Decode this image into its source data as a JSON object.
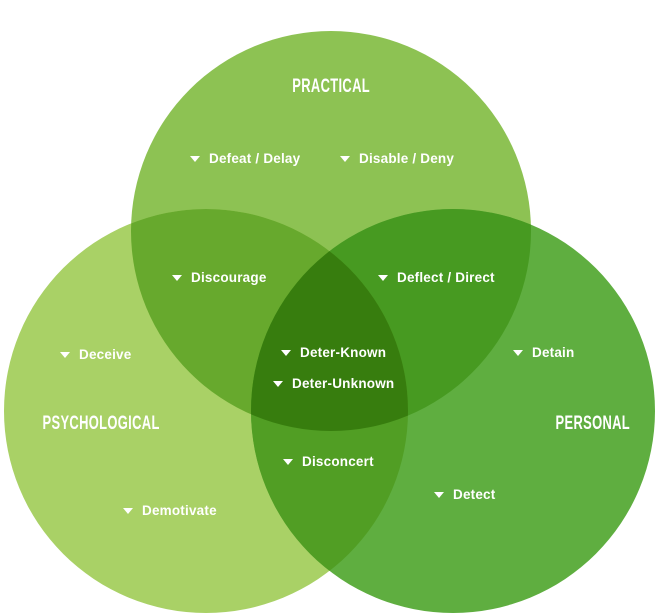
{
  "diagram": {
    "type": "venn",
    "description": "Three overlapping circles: Practical, Psychological, Personal deterrence strategies"
  },
  "colors": {
    "background": "#ffffff",
    "practical_circle": "#8dc253",
    "psychological_circle": "#a9d166",
    "personal_circle": "#5fae40",
    "overlap_practical_psychological": "#67a92d",
    "overlap_practical_personal": "#479a21",
    "overlap_psychological_personal": "#519e24",
    "overlap_center": "#377d0e",
    "text": "#ffffff"
  },
  "sets": {
    "practical": {
      "label": "PRACTICAL",
      "items": {
        "defeat_delay": "Defeat / Delay",
        "disable_deny": "Disable / Deny"
      }
    },
    "psychological": {
      "label": "PSYCHOLOGICAL",
      "items": {
        "deceive": "Deceive",
        "demotivate": "Demotivate"
      }
    },
    "personal": {
      "label": "PERSONAL",
      "items": {
        "detain": "Detain",
        "detect": "Detect"
      }
    }
  },
  "overlaps": {
    "practical_psychological": {
      "label": "Discourage"
    },
    "practical_personal": {
      "label": "Deflect / Direct"
    },
    "psychological_personal": {
      "label": "Disconcert"
    },
    "center_known": {
      "label": "Deter-Known"
    },
    "center_unknown": {
      "label": "Deter-Unknown"
    }
  },
  "icons": {
    "bullet": "triangle-down"
  }
}
